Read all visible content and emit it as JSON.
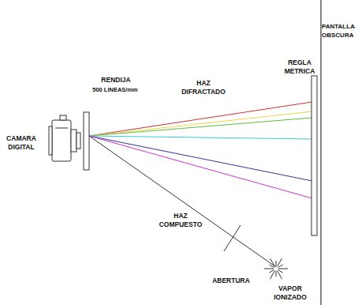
{
  "diagram": {
    "labels": [
      "PANTALLA OBSCURA",
      "REGLA METRICA",
      "RENDIJA",
      "500 LINEAS/mm",
      "HAZ DIFRACTADO",
      "CAMARA DIGITAL",
      "HAZ COMPUESTO",
      "ABERTURA",
      "VAPOR IONIZADO"
    ]
  }
}
